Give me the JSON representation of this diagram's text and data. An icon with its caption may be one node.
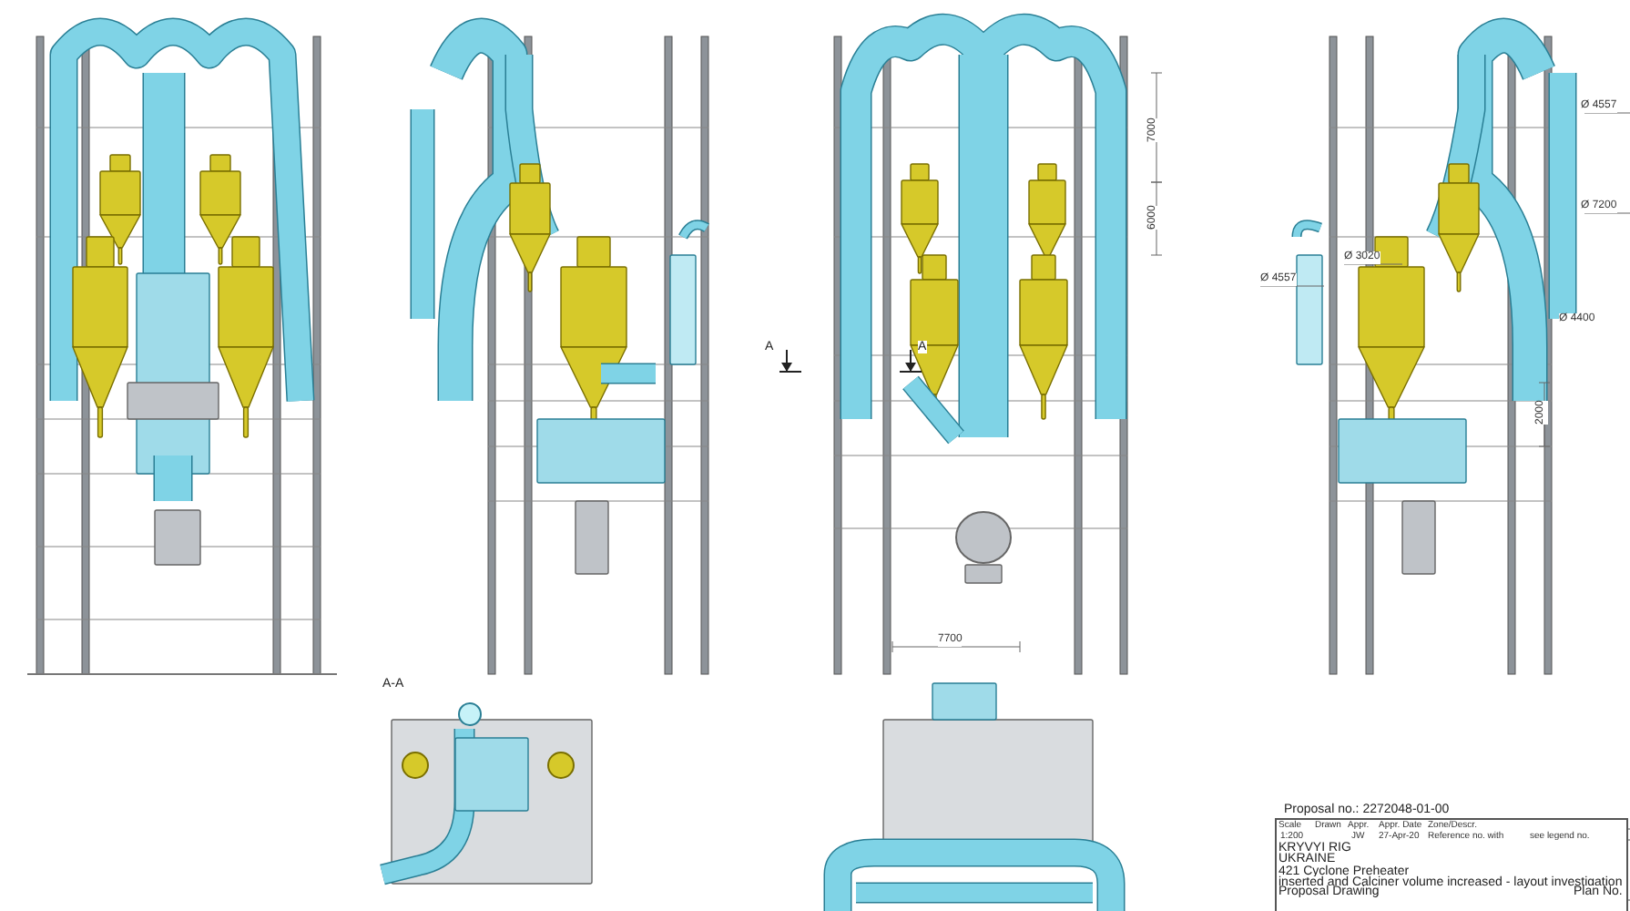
{
  "diagram": {
    "labels": [
      "A-A",
      "A",
      "A",
      "7000",
      "6000",
      "Ø 4557",
      "Ø 7200",
      "Ø 3020",
      "Ø 4557",
      "Ø 4400",
      "2000",
      "7700",
      "Proposal no.: 2272048-01-00",
      "Scale",
      "Drawn",
      "Appr.",
      "Appr. Date",
      "Zone/Descr.",
      "1:200",
      "JW",
      "27-Apr-20",
      "Reference no. with",
      "see legend no.",
      "KRYVYI RIG",
      "UKRAINE",
      "421 Cyclone Preheater",
      "inserted and Calciner volume increased - layout investigation",
      "Proposal Drawing",
      "Plan No."
    ]
  }
}
